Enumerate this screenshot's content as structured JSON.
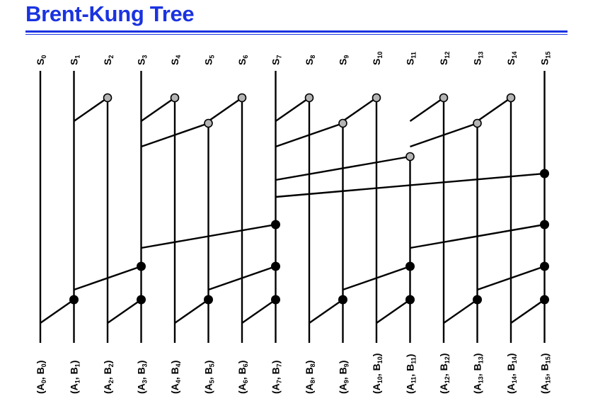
{
  "title": "Brent-Kung Tree",
  "colors": {
    "title": "#1a33e0",
    "rule": "#1a33e0",
    "wire": "#000000",
    "black_node": "#000000",
    "gray_node": "#b4b4b4",
    "gray_node_stroke": "#000000"
  },
  "output_labels": [
    {
      "base": "S",
      "sub": "0"
    },
    {
      "base": "S",
      "sub": "1"
    },
    {
      "base": "S",
      "sub": "2"
    },
    {
      "base": "S",
      "sub": "3"
    },
    {
      "base": "S",
      "sub": "4"
    },
    {
      "base": "S",
      "sub": "5"
    },
    {
      "base": "S",
      "sub": "6"
    },
    {
      "base": "S",
      "sub": "7"
    },
    {
      "base": "S",
      "sub": "8"
    },
    {
      "base": "S",
      "sub": "9"
    },
    {
      "base": "S",
      "sub": "10"
    },
    {
      "base": "S",
      "sub": "11"
    },
    {
      "base": "S",
      "sub": "12"
    },
    {
      "base": "S",
      "sub": "13"
    },
    {
      "base": "S",
      "sub": "14"
    },
    {
      "base": "S",
      "sub": "15"
    }
  ],
  "input_labels": [
    {
      "a": "A",
      "b": "B",
      "sub": "0"
    },
    {
      "a": "A",
      "b": "B",
      "sub": "1"
    },
    {
      "a": "A",
      "b": "B",
      "sub": "2"
    },
    {
      "a": "A",
      "b": "B",
      "sub": "3"
    },
    {
      "a": "A",
      "b": "B",
      "sub": "4"
    },
    {
      "a": "A",
      "b": "B",
      "sub": "5"
    },
    {
      "a": "A",
      "b": "B",
      "sub": "6"
    },
    {
      "a": "A",
      "b": "B",
      "sub": "7"
    },
    {
      "a": "A",
      "b": "B",
      "sub": "8"
    },
    {
      "a": "A",
      "b": "B",
      "sub": "9"
    },
    {
      "a": "A",
      "b": "B",
      "sub": "10"
    },
    {
      "a": "A",
      "b": "B",
      "sub": "11"
    },
    {
      "a": "A",
      "b": "B",
      "sub": "12"
    },
    {
      "a": "A",
      "b": "B",
      "sub": "13"
    },
    {
      "a": "A",
      "b": "B",
      "sub": "14"
    },
    {
      "a": "A",
      "b": "B",
      "sub": "15"
    }
  ],
  "tree": {
    "nodes": [
      {
        "col": 1,
        "level": 1,
        "kind": "black",
        "from_col": 0
      },
      {
        "col": 3,
        "level": 1,
        "kind": "black",
        "from_col": 2
      },
      {
        "col": 5,
        "level": 1,
        "kind": "black",
        "from_col": 4
      },
      {
        "col": 7,
        "level": 1,
        "kind": "black",
        "from_col": 6
      },
      {
        "col": 9,
        "level": 1,
        "kind": "black",
        "from_col": 8
      },
      {
        "col": 11,
        "level": 1,
        "kind": "black",
        "from_col": 10
      },
      {
        "col": 13,
        "level": 1,
        "kind": "black",
        "from_col": 12
      },
      {
        "col": 15,
        "level": 1,
        "kind": "black",
        "from_col": 14
      },
      {
        "col": 3,
        "level": 2,
        "kind": "black",
        "from_col": 1
      },
      {
        "col": 7,
        "level": 2,
        "kind": "black",
        "from_col": 5
      },
      {
        "col": 11,
        "level": 2,
        "kind": "black",
        "from_col": 9
      },
      {
        "col": 15,
        "level": 2,
        "kind": "black",
        "from_col": 13
      },
      {
        "col": 7,
        "level": 3,
        "kind": "black",
        "from_col": 3
      },
      {
        "col": 15,
        "level": 3,
        "kind": "black",
        "from_col": 11
      },
      {
        "col": 15,
        "level": 4,
        "kind": "black",
        "from_col": 7
      },
      {
        "col": 11,
        "level": 5,
        "kind": "gray",
        "from_col": 7
      },
      {
        "col": 5,
        "level": 6,
        "kind": "gray",
        "from_col": 3
      },
      {
        "col": 9,
        "level": 6,
        "kind": "gray",
        "from_col": 7
      },
      {
        "col": 13,
        "level": 6,
        "kind": "gray",
        "from_col": 11
      },
      {
        "col": 2,
        "level": 7,
        "kind": "gray",
        "from_col": 1
      },
      {
        "col": 4,
        "level": 7,
        "kind": "gray",
        "from_col": 3
      },
      {
        "col": 6,
        "level": 7,
        "kind": "gray",
        "from_col": 5
      },
      {
        "col": 8,
        "level": 7,
        "kind": "gray",
        "from_col": 7
      },
      {
        "col": 10,
        "level": 7,
        "kind": "gray",
        "from_col": 9
      },
      {
        "col": 12,
        "level": 7,
        "kind": "gray",
        "from_col": 11
      },
      {
        "col": 14,
        "level": 7,
        "kind": "gray",
        "from_col": 13
      }
    ]
  }
}
